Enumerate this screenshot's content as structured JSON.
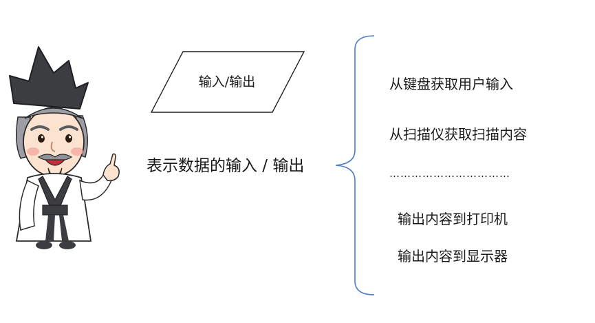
{
  "shape": {
    "label": "输入/输出"
  },
  "description": "表示数据的输入 / 输出",
  "examples": [
    "从键盘获取用户输入",
    "从扫描仪获取扫描内容",
    "……………………………",
    "输出内容到打印机",
    "输出内容到显示器"
  ],
  "colors": {
    "brace": "#4a7cc8",
    "outline": "#222222",
    "text": "#1a1a1a"
  },
  "icons": {
    "character": "sage-character-icon"
  }
}
